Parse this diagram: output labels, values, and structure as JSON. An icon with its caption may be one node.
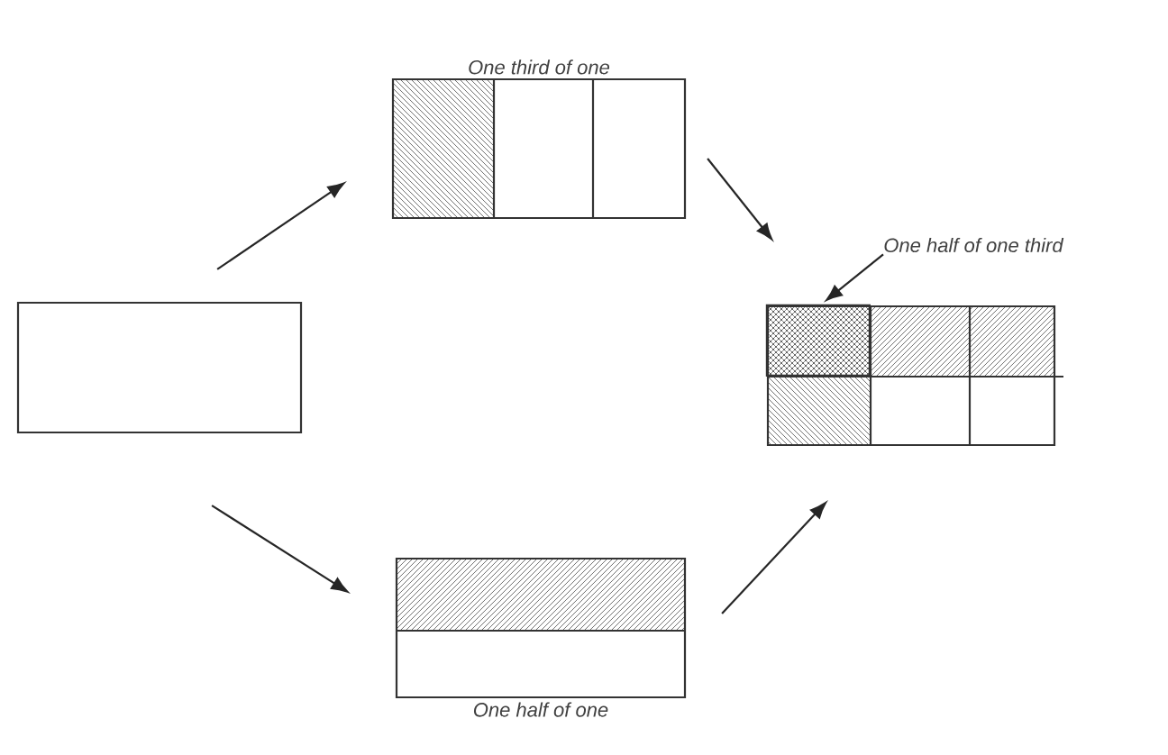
{
  "diagram": {
    "nodes": [
      {
        "text": [],
        "shape": "box"
      },
      {
        "text": [
          "One third of one"
        ]
      },
      {
        "text": [
          "One half of one"
        ]
      },
      {
        "text": [],
        "shape": "box"
      },
      {
        "text": [],
        "shape": "box",
        "in": 3
      },
      {
        "text": [
          "One half of one third"
        ]
      }
    ],
    "edges": [
      {
        "from": 0,
        "to": 1,
        "arrow": "to"
      },
      {
        "from": 1,
        "to": 3,
        "arrow": "to"
      },
      {
        "from": 0,
        "to": 2,
        "arrow": "to"
      },
      {
        "from": 2,
        "to": 3,
        "arrow": "to"
      },
      {
        "from": 5,
        "to": 4,
        "arrow": "to"
      }
    ]
  }
}
